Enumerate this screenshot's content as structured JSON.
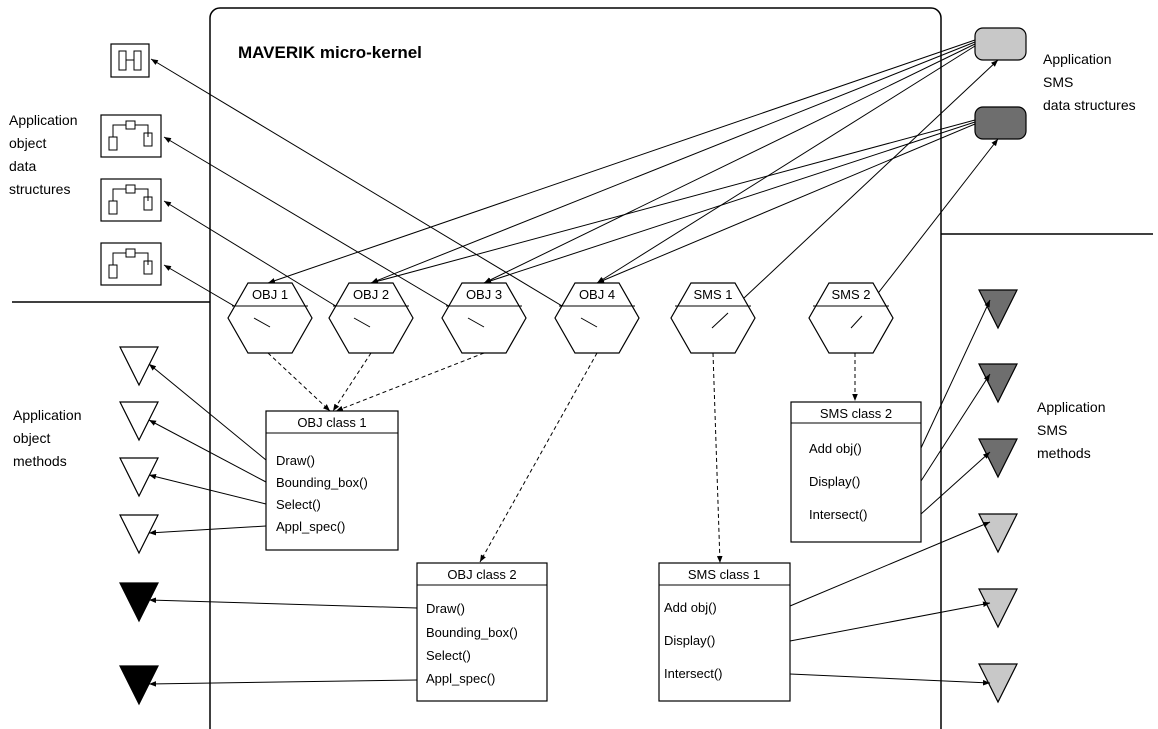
{
  "title": "MAVERIK micro-kernel",
  "left_labels": {
    "object_data": [
      "Application",
      "object",
      "data",
      "structures"
    ],
    "object_methods": [
      "Application",
      "object",
      "methods"
    ]
  },
  "right_labels": {
    "sms_data": [
      "Application",
      "SMS",
      "data structures"
    ],
    "sms_methods": [
      "Application",
      "SMS",
      "methods"
    ]
  },
  "hexagons": [
    "OBJ 1",
    "OBJ 2",
    "OBJ 3",
    "OBJ 4",
    "SMS 1",
    "SMS 2"
  ],
  "classes": {
    "obj_class_1": {
      "title": "OBJ class 1",
      "methods": [
        "Draw()",
        "Bounding_box()",
        "Select()",
        "Appl_spec()"
      ]
    },
    "obj_class_2": {
      "title": "OBJ class 2",
      "methods": [
        "Draw()",
        "Bounding_box()",
        "Select()",
        "Appl_spec()"
      ]
    },
    "sms_class_1": {
      "title": "SMS class 1",
      "methods": [
        "Add obj()",
        "Display()",
        "Intersect()"
      ]
    },
    "sms_class_2": {
      "title": "SMS class 2",
      "methods": [
        "Add obj()",
        "Display()",
        "Intersect()"
      ]
    }
  },
  "colors": {
    "sms_data_1": "#c8c8c8",
    "sms_data_2": "#6e6e6e",
    "method_white": "#ffffff",
    "method_black": "#000000",
    "method_dark": "#6e6e6e",
    "method_light": "#c8c8c8"
  }
}
